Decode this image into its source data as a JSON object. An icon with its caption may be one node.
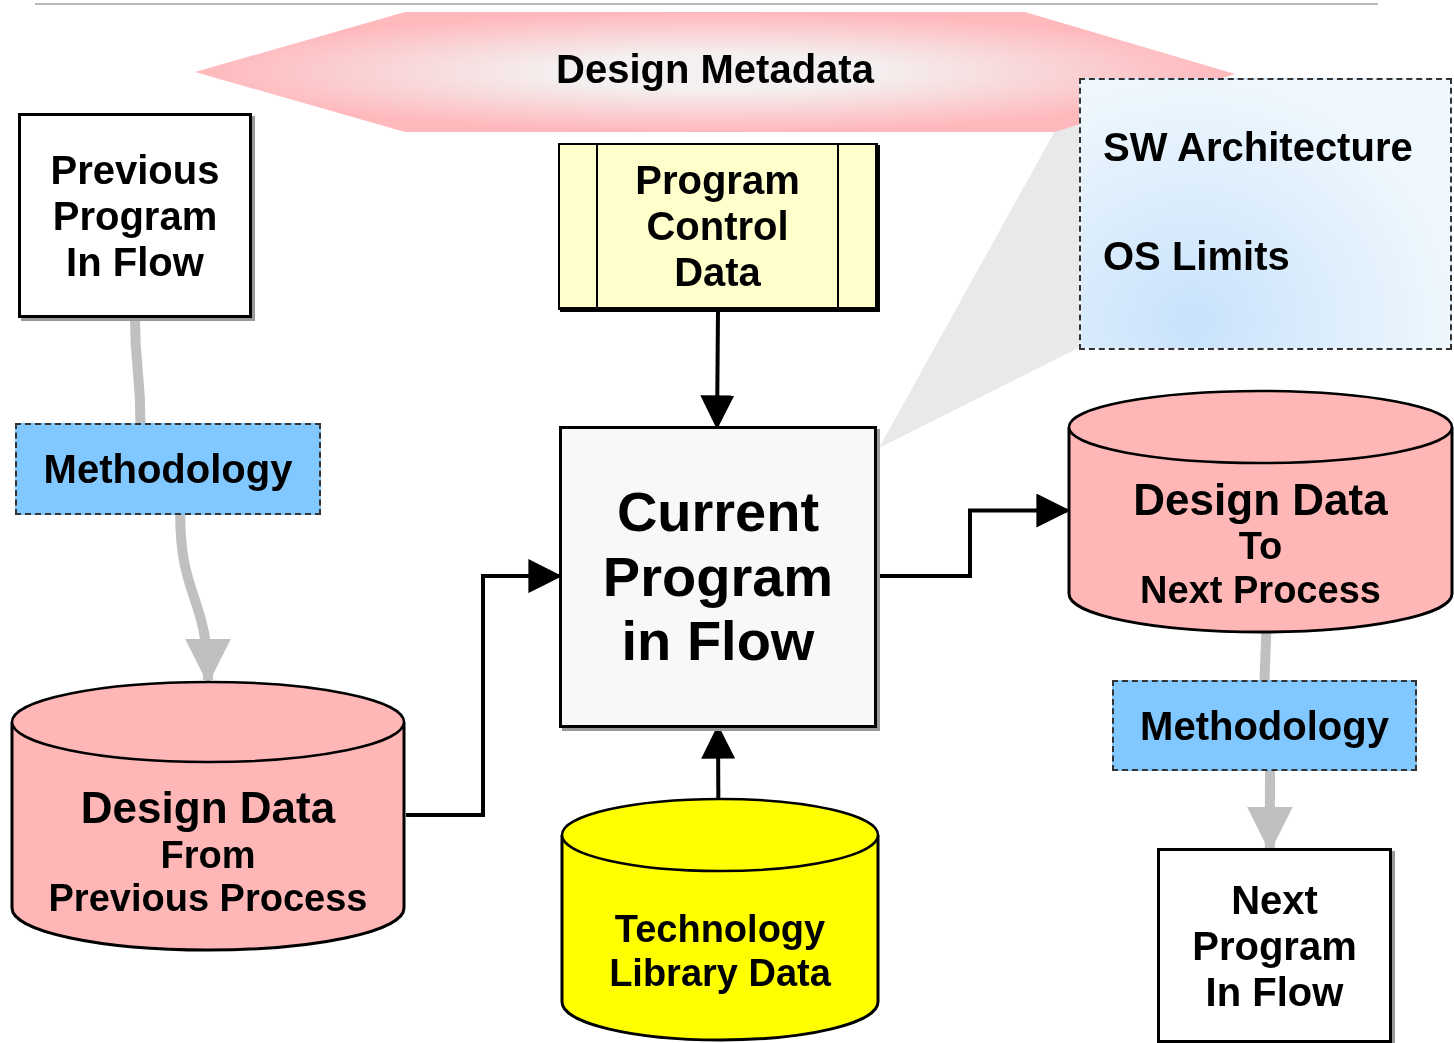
{
  "diagram": {
    "nodes": [
      {
        "text": [
          "Design Metadata"
        ]
      },
      {
        "text": [
          "Previous Program In Flow"
        ]
      },
      {
        "text": [
          "Program Control Data"
        ]
      },
      {
        "text": [
          "SW Architecture",
          "OS Limits"
        ]
      },
      {
        "text": [
          "Methodology"
        ]
      },
      {
        "text": [
          "Current Program in Flow"
        ]
      },
      {
        "text": [
          "Design Data",
          "To",
          "Next Process"
        ]
      },
      {
        "text": [
          "Design Data",
          "From",
          "Previous Process"
        ]
      },
      {
        "text": [
          "Methodology"
        ]
      },
      {
        "text": [
          "Technology Library Data"
        ]
      },
      {
        "text": [
          "Next Program In Flow"
        ]
      }
    ],
    "edges": [
      {
        "from": 1,
        "to": 4,
        "arrow": "none",
        "style": "thick",
        "color": "#c0c0c0"
      },
      {
        "from": 4,
        "to": 7,
        "arrow": "to",
        "style": "thick",
        "color": "#c0c0c0"
      },
      {
        "from": 7,
        "to": 5,
        "arrow": "to",
        "color": "#000000"
      },
      {
        "from": 2,
        "to": 5,
        "arrow": "to",
        "color": "#000000"
      },
      {
        "from": 9,
        "to": 5,
        "arrow": "to",
        "color": "#000000"
      },
      {
        "from": 5,
        "to": 6,
        "arrow": "to",
        "color": "#000000"
      },
      {
        "from": 6,
        "to": 8,
        "arrow": "none",
        "style": "thick",
        "color": "#c0c0c0"
      },
      {
        "from": 8,
        "to": 10,
        "arrow": "to",
        "style": "thick",
        "color": "#c0c0c0"
      },
      {
        "from": 3,
        "to": 5,
        "arrow": "none",
        "color": "#e9e9e9"
      }
    ]
  }
}
